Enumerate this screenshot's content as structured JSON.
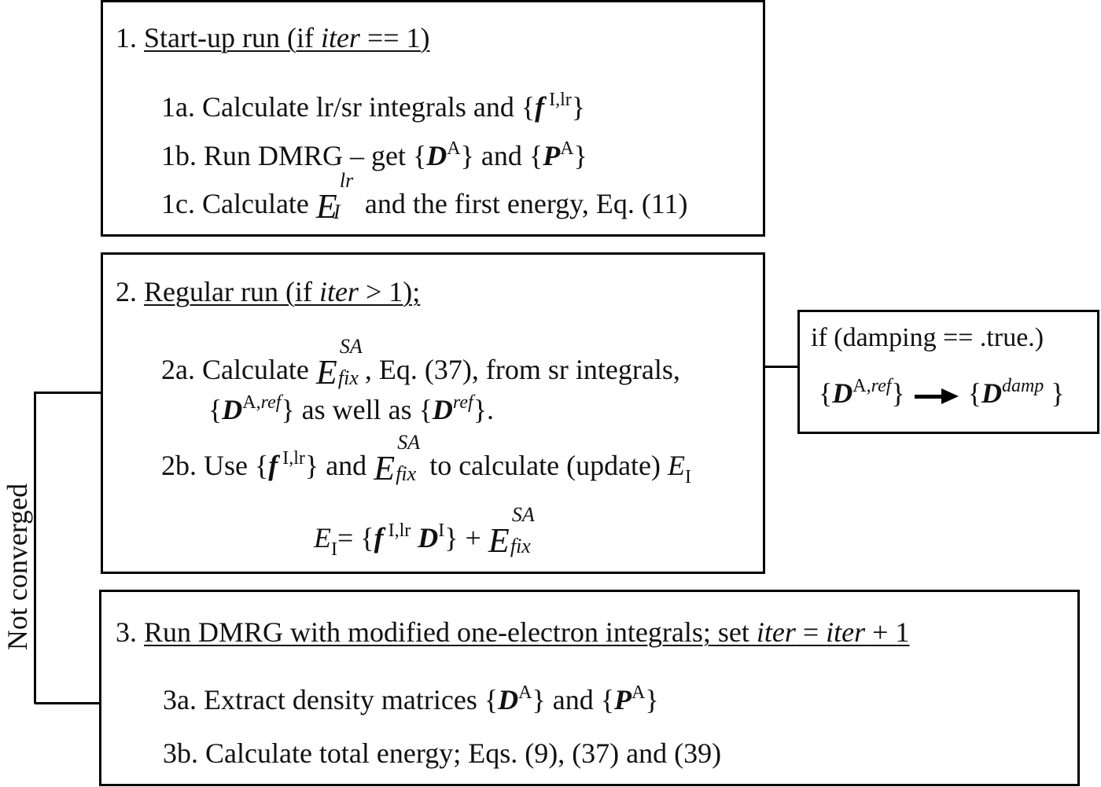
{
  "box1": {
    "title_num": "1.",
    "title_a": "Start-up run (if ",
    "title_iter": "iter",
    "title_b": " == 1)",
    "step_1a": {
      "prefix": "1a. Calculate lr/sr integrals and {",
      "f": "f",
      "sup": "I,lr",
      "suffix": "}"
    },
    "step_1b": {
      "prefix": "1b. Run DMRG – get {",
      "D": "D",
      "supD": "A",
      "mid": "} and {",
      "P": "P",
      "supP": "A",
      "suffix": "}"
    },
    "step_1c": {
      "prefix": "1c. Calculate ",
      "E": "E",
      "up": "lr",
      "dn": "I",
      "suffix": "and the first energy, Eq. (11)"
    }
  },
  "box2": {
    "title_num": "2.",
    "title_a": "Regular run (if ",
    "title_iter": "iter",
    "title_b": " > 1);",
    "step_2a_line1": {
      "prefix": "2a. Calculate ",
      "E": "E",
      "up": "SA",
      "dn": "fix",
      "suffix": ", Eq. (37), from sr integrals,"
    },
    "step_2a_line2": {
      "open": "{",
      "D": "D",
      "sup1": "A,",
      "sup2": "ref",
      "mid": "} as well as {",
      "D2": "D",
      "sup3": "ref",
      "suffix": "}."
    },
    "step_2b": {
      "prefix": "2b. Use {",
      "f": "f",
      "sup": "I,lr",
      "mid": "} and ",
      "E": "E",
      "up": "SA",
      "dn": "fix",
      "suffix": " to calculate (update) ",
      "E2": "E",
      "sub2": "I"
    },
    "equation": {
      "E": "E",
      "sub": "I",
      "eq": "= {",
      "f": "f",
      "sup": "I,lr",
      "D": "D",
      "supD": "I",
      "close": "} + ",
      "E2": "E",
      "up": "SA",
      "dn": "fix"
    }
  },
  "side_box": {
    "condition": "if (damping == .true.)",
    "from": {
      "open": "{",
      "D": "D",
      "sup1": "A,",
      "sup2": "ref",
      "close": "}"
    },
    "arrow": "right-arrow",
    "to": {
      "open": "{",
      "D": "D",
      "sup": "damp",
      "close": "}"
    }
  },
  "box3": {
    "title_num": "3.",
    "title_a": "Run DMRG with modified one-electron integrals; set ",
    "title_iter1": "iter",
    "title_eq": " = ",
    "title_iter2": "iter",
    "title_b": " + 1",
    "step_3a": {
      "prefix": "3a. Extract density matrices {",
      "D": "D",
      "supD": "A",
      "mid": "} and {",
      "P": "P",
      "supP": "A",
      "suffix": "}"
    },
    "step_3b": "3b. Calculate total energy; Eqs. (9), (37) and (39)"
  },
  "loop_label": "Not converged"
}
